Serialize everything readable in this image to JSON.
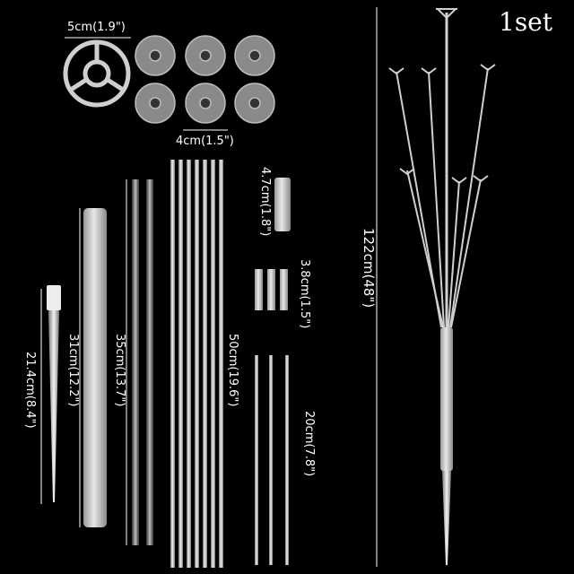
{
  "title": "1set",
  "labels": {
    "connector_large": "5cm(1.9\")",
    "connector_small": "4cm(1.5\")",
    "tube_short": "4.7cm(1.8\")",
    "tube_mini": "3.8cm(1.5\")",
    "stick_20": "20cm(7.8\")",
    "stick_50": "50cm(19.6\")",
    "stick_35": "35cm(13.7\")",
    "tube_31": "31cm(12.2\")",
    "spike": "21.4cm(8.4\")",
    "total_height": "122cm(48\")"
  }
}
